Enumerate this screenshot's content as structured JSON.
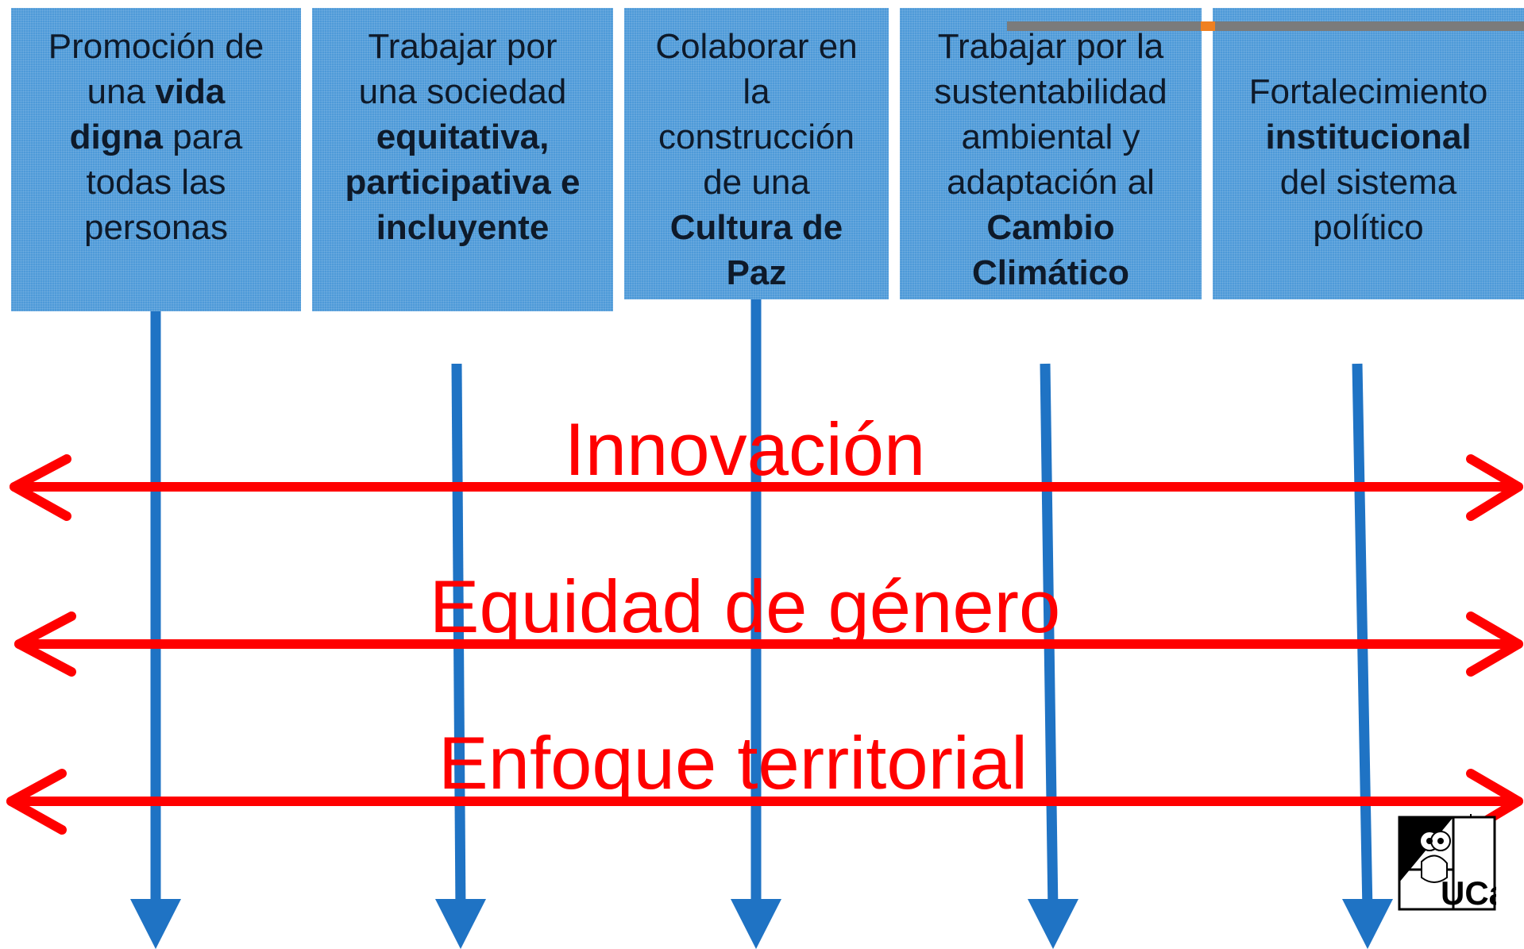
{
  "pillars": [
    {
      "id": "vida-digna",
      "segments": [
        {
          "text": "Promoción de",
          "bold": false,
          "br": true
        },
        {
          "text": "una ",
          "bold": false,
          "br": false
        },
        {
          "text": "vida",
          "bold": true,
          "br": true
        },
        {
          "text": "digna",
          "bold": true,
          "br": false
        },
        {
          "text": " para",
          "bold": false,
          "br": true
        },
        {
          "text": "todas las",
          "bold": false,
          "br": true
        },
        {
          "text": "personas",
          "bold": false,
          "br": false
        }
      ]
    },
    {
      "id": "sociedad-equitativa",
      "segments": [
        {
          "text": "Trabajar por",
          "bold": false,
          "br": true
        },
        {
          "text": "una sociedad",
          "bold": false,
          "br": true
        },
        {
          "text": "equitativa,",
          "bold": true,
          "br": true
        },
        {
          "text": "participativa e",
          "bold": true,
          "br": true
        },
        {
          "text": "incluyente",
          "bold": true,
          "br": false
        }
      ]
    },
    {
      "id": "cultura-de-paz",
      "segments": [
        {
          "text": "Colaborar en",
          "bold": false,
          "br": true
        },
        {
          "text": "la",
          "bold": false,
          "br": true
        },
        {
          "text": "construcción",
          "bold": false,
          "br": true
        },
        {
          "text": "de una",
          "bold": false,
          "br": true
        },
        {
          "text": "Cultura de",
          "bold": true,
          "br": true
        },
        {
          "text": "Paz",
          "bold": true,
          "br": false
        }
      ]
    },
    {
      "id": "cambio-climatico",
      "segments": [
        {
          "text": "Trabajar por la",
          "bold": false,
          "br": true
        },
        {
          "text": "sustentabilidad",
          "bold": false,
          "br": true
        },
        {
          "text": "ambiental y",
          "bold": false,
          "br": true
        },
        {
          "text": "adaptación al",
          "bold": false,
          "br": true
        },
        {
          "text": "Cambio",
          "bold": true,
          "br": true
        },
        {
          "text": "Climático",
          "bold": true,
          "br": false
        }
      ]
    },
    {
      "id": "fortalecimiento-institucional",
      "segments": [
        {
          "text": "Fortalecimiento",
          "bold": false,
          "br": true
        },
        {
          "text": "institucional",
          "bold": true,
          "br": true
        },
        {
          "text": "del sistema",
          "bold": false,
          "br": true
        },
        {
          "text": "político",
          "bold": false,
          "br": false
        }
      ]
    }
  ],
  "themes": {
    "innovacion": "Innovación",
    "equidad": "Equidad de género",
    "territorial": "Enfoque territorial"
  },
  "colors": {
    "box": "#4e9ad8",
    "vertical_arrow": "#1f73c4",
    "horizontal_arrow": "#ff0000",
    "theme_text": "#ff0000"
  },
  "logo": {
    "icon": "uca-owl-logo",
    "text": "UCa"
  }
}
